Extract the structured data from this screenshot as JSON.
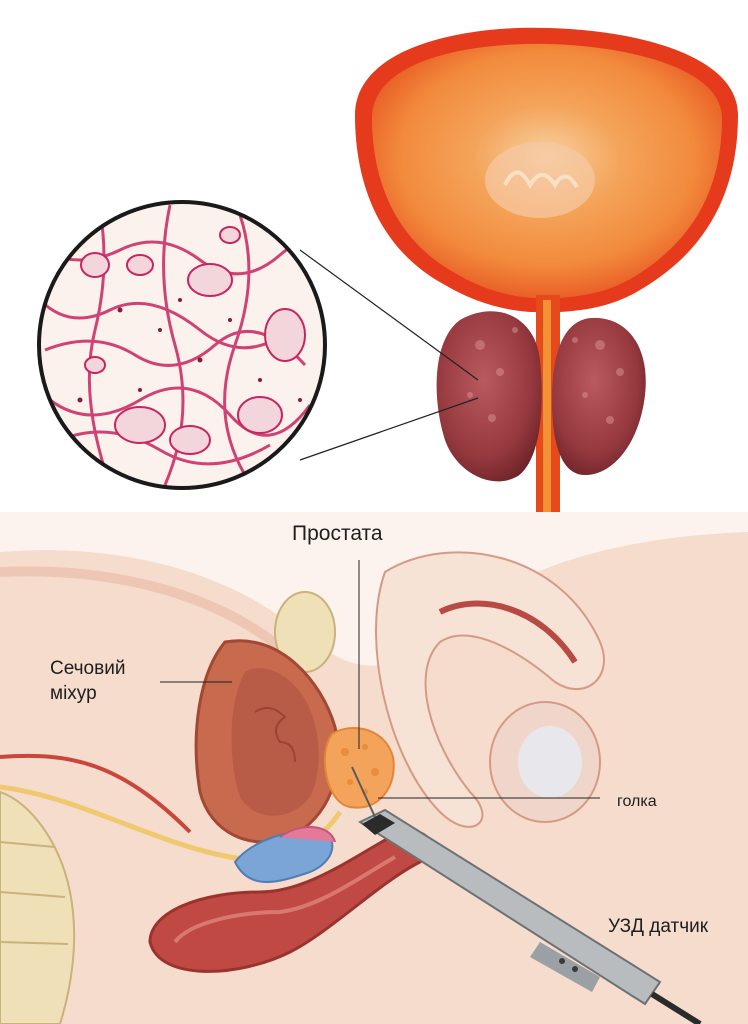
{
  "labels": {
    "prostate": "Простата",
    "bladder_line1": "Сечовий",
    "bladder_line2": "міхур",
    "needle": "голка",
    "ultrasound_probe": "УЗД датчик"
  },
  "colors": {
    "bladder_wall": "#e53b1c",
    "bladder_inner": "#f6a14f",
    "prostate_tissue": "#a8474d",
    "urethra": "#e64a1a",
    "histology_stain": "#c8245f",
    "anatomy_skin": "#f6dccd",
    "prostate_gland_small": "#f4a35a"
  }
}
